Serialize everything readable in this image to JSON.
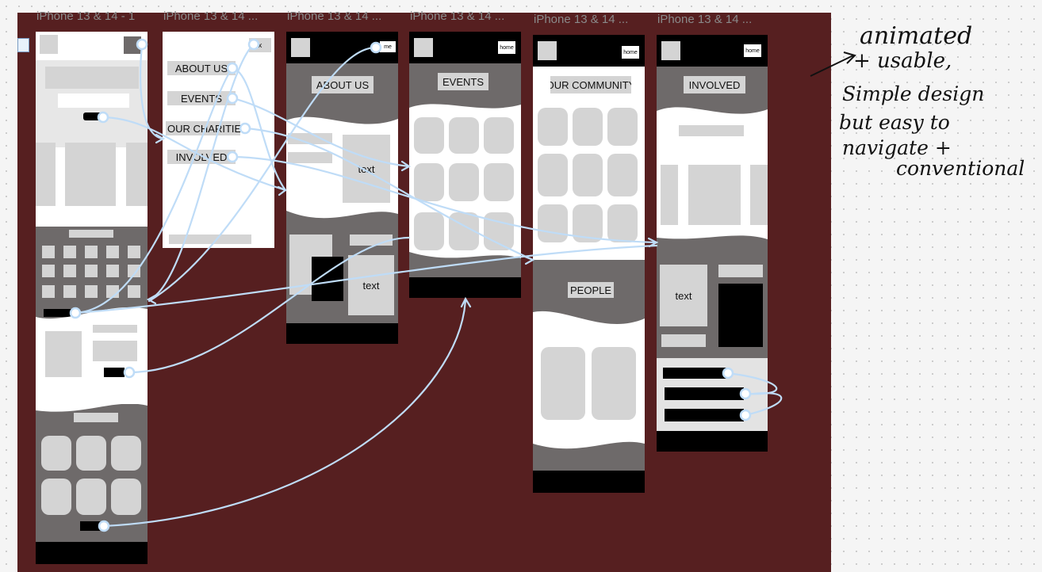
{
  "frame_titles": [
    "iPhone 13 & 14 - 1",
    "iPhone 13 & 14 ...",
    "iPhone 13 & 14 ...",
    "iPhone 13 & 14 ...",
    "iPhone 13 & 14 ...",
    "iPhone 13 & 14 ..."
  ],
  "menu": {
    "close": "x",
    "items": [
      "ABOUT US",
      "EVENTS",
      "OUR CHARITIE",
      "INVOLVED"
    ]
  },
  "home_button": "home",
  "home_button_partial": "me",
  "about": {
    "title": "ABOUT US",
    "text1": "text",
    "text2": "text"
  },
  "events": {
    "title": "EVENTS"
  },
  "community": {
    "title": "OUR COMMUNITY",
    "people": "PEOPLE"
  },
  "involved": {
    "title": "INVOLVED",
    "text": "text"
  },
  "annotation": {
    "line1": "animated",
    "line2": "+ usable,",
    "line3": "Simple design",
    "line4": "but easy to",
    "line5": "navigate +",
    "line6": "conventional"
  },
  "colors": {
    "canvas": "#561f20",
    "wire": "#bfdcf7",
    "placeholder": "#d4d4d4",
    "dark_section": "#6e6a6a"
  }
}
